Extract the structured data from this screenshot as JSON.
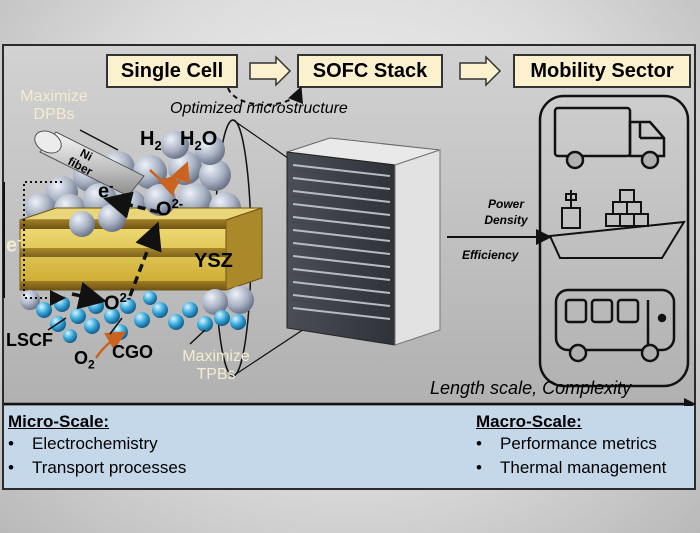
{
  "stages": {
    "single_cell": "Single Cell",
    "sofc_stack": "SOFC Stack",
    "mobility_sector": "Mobility Sector"
  },
  "cell_labels": {
    "maximize_dpbs_1": "Maximize",
    "maximize_dpbs_2": "DPBs",
    "ni_fiber_1": "Ni",
    "ni_fiber_2": "fiber",
    "h2_base": "H",
    "h2_sub": "2",
    "h2o_base": "H",
    "h2o_sub": "2",
    "h2o_tail": "O",
    "electron_top": "e",
    "electron_top_sup": "-",
    "oxide_top": "O",
    "oxide_top_sup": "2-",
    "electron_left": "e",
    "electron_left_sup": "-",
    "ysz": "YSZ",
    "oxide_bottom": "O",
    "oxide_bottom_sup": "2-",
    "lscf": "LSCF",
    "o2_base": "O",
    "o2_sub": "2",
    "cgo": "CGO",
    "maximize_tpbs_1": "Maximize",
    "maximize_tpbs_2": "TPBs"
  },
  "optimized_microstructure": "Optimized microstructure",
  "power_density_1": "Power",
  "power_density_2": "Density",
  "efficiency": "Efficiency",
  "length_scale": "Length scale, Complexity",
  "micro": {
    "title": "Micro-Scale:",
    "items": [
      "Electrochemistry",
      "Transport processes"
    ]
  },
  "macro": {
    "title": "Macro-Scale:",
    "items": [
      "Performance metrics",
      "Thermal management"
    ]
  },
  "bullet_char": "•",
  "vehicle_icons": [
    "truck-icon",
    "ship-icon",
    "bus-icon"
  ],
  "colors": {
    "stage_box_fill": "#fbf1cf",
    "bottom_panel": "#c5d8ea",
    "ysz_layer": "#e2c84a",
    "anode_particles": "#aab4c8",
    "cathode_particles": "#3aa6d8",
    "flow_arrow": "#c9631f",
    "label_cream": "#f4ecd0"
  }
}
